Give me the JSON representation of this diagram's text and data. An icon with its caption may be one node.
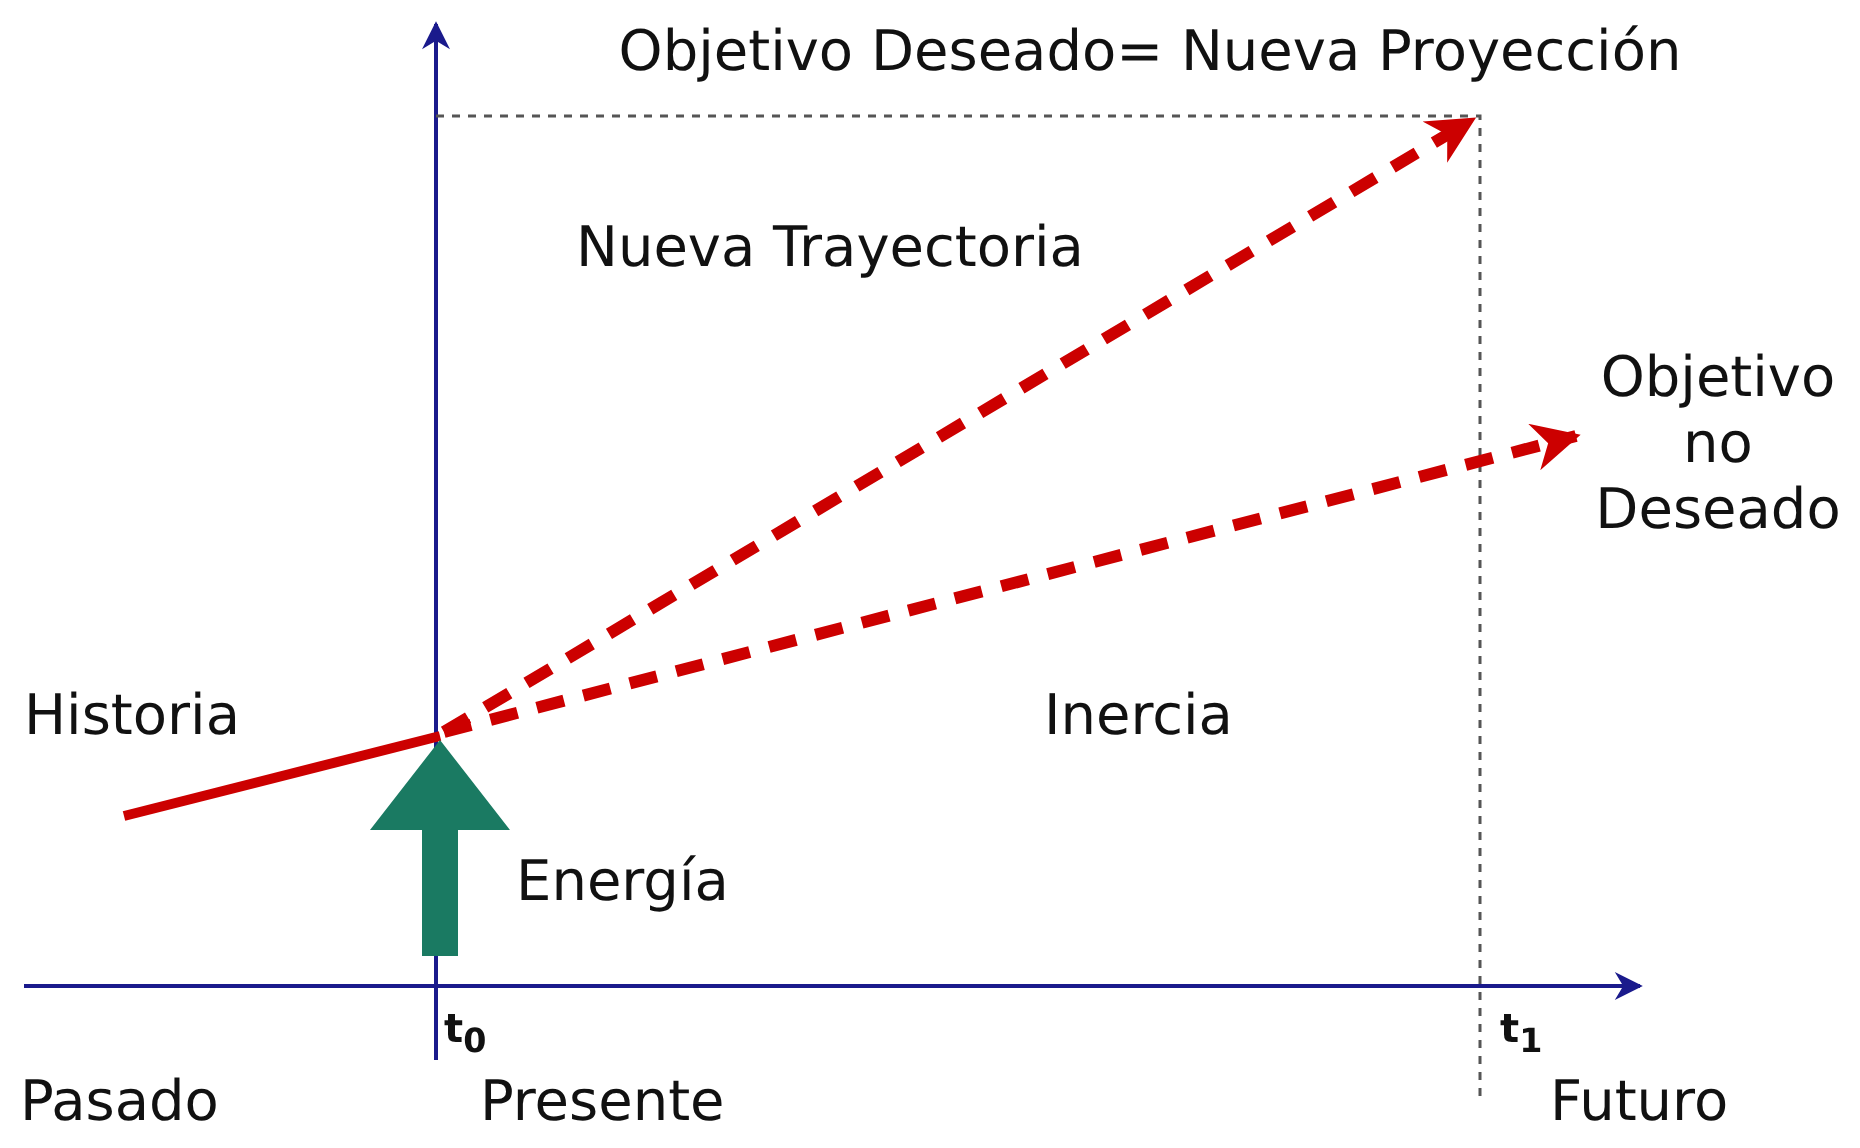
{
  "diagram": {
    "nodes": [
      {
        "text": [
          "Objetivo Deseado= Nueva Proyección"
        ]
      },
      {
        "text": [
          "Objetivo no Deseado"
        ]
      }
    ],
    "edges": [
      {
        "from": null,
        "to": 0,
        "arrow": "to",
        "style": "dashed",
        "color": "#cc0000"
      },
      {
        "from": null,
        "to": 1,
        "arrow": "to",
        "style": "dashed",
        "color": "#cc0000"
      }
    ],
    "labels": [
      "Nueva Trayectoria",
      "Historia",
      "Inercia",
      "Energía",
      "t$_{0}$",
      "t$_{1}$",
      "Pasado",
      "Presente",
      "Futuro"
    ]
  }
}
